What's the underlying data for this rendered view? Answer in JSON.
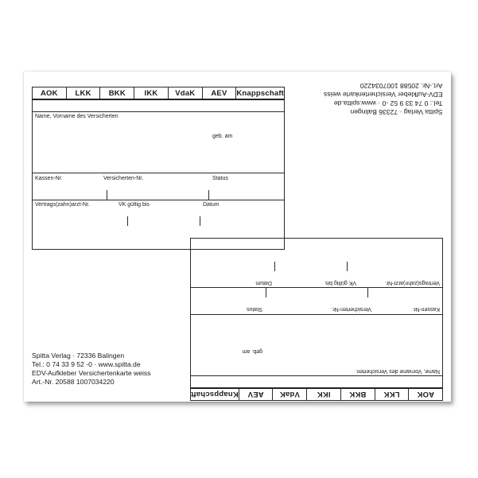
{
  "form": {
    "headers": [
      "AOK",
      "LKK",
      "BKK",
      "IKK",
      "VdaK",
      "AEV",
      "Knappschaft"
    ],
    "labels": {
      "name": "Name, Vorname des Versicherten",
      "birth": "geb. am",
      "kasse": "Kassen-Nr.",
      "versicherten": "Versicherten-Nr.",
      "status": "Status",
      "vertragsarzt": "Vertrags(zahn)arzt-Nr.",
      "vk": "VK gültig bis",
      "datum": "Datum"
    }
  },
  "address": {
    "line1": "Spitta Verlag · 72336 Balingen",
    "line2": "Tel.: 0 74 33 9 52 -0 · www.spitta.de",
    "line3": "EDV-Aufkleber Versichertenkarte weiss",
    "line4": "Art.-Nr. 20588  1007034220"
  }
}
